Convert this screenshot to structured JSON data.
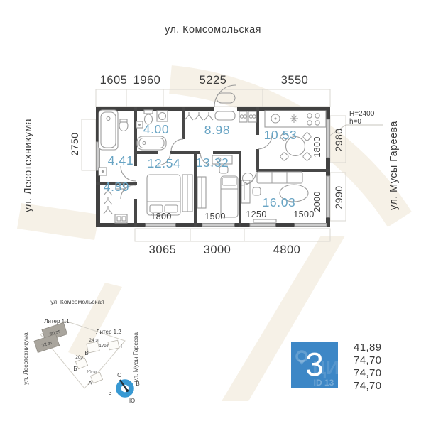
{
  "streets": {
    "top": "ул. Комсомольская",
    "left": "ул. Лесотехникума",
    "right": "ул. Мусы Гареева"
  },
  "dimensions": {
    "top": [
      "1605",
      "1960",
      "5225",
      "3550"
    ],
    "bottom": [
      "3065",
      "3000",
      "4800"
    ],
    "left": [
      "2750"
    ],
    "right": [
      "2980",
      "2990"
    ],
    "interior_bottom": [
      "1800",
      "1500",
      "1250",
      "1500"
    ],
    "interior_right": [
      "1800",
      "2000"
    ]
  },
  "annotations": {
    "ceiling_height": "H=2400",
    "floor_level": "h=0"
  },
  "rooms": {
    "bathroom_top": {
      "area": "4.00"
    },
    "hallway": {
      "area": "8.98"
    },
    "kitchen": {
      "area": "10.53"
    },
    "bathroom_left": {
      "area": "4.41"
    },
    "bedroom_1": {
      "area": "12.54"
    },
    "bedroom_2": {
      "area": "13.32"
    },
    "wardrobe": {
      "area": "4.89"
    },
    "living_room": {
      "area": "16.03"
    }
  },
  "site_plan": {
    "street_top": "ул. Комсомольская",
    "street_left": "ул. Лесотехникума",
    "street_right": "ул. Мусы Гареева",
    "block_1": "Литер 1.1",
    "block_2": "Литер 1.2",
    "buildings": [
      {
        "floors": "30 эт",
        "letter": ""
      },
      {
        "floors": "32 эт",
        "letter": ""
      },
      {
        "floors": "24 эт",
        "letter": "В"
      },
      {
        "floors": "17эт",
        "letter": "Г"
      },
      {
        "floors": "20эт",
        "letter": "Б"
      },
      {
        "floors": "20 эт",
        "letter": "А"
      }
    ],
    "compass": {
      "north": "С",
      "east": "В",
      "west": "З",
      "south": "Ю"
    }
  },
  "legend": {
    "rooms_count": "3",
    "areas": [
      "41,89",
      "74,70",
      "74,70",
      "74,70"
    ],
    "watermark_id": "ID 13",
    "watermark_letters": "ЦИ"
  },
  "colors": {
    "wall": "#414141",
    "room_label": "#68a4c4",
    "legend_blue": "#3d87c6",
    "compass_blue": "#3899d3",
    "watermark": "#f6f1e7",
    "dim_text": "#3c3c3c"
  }
}
